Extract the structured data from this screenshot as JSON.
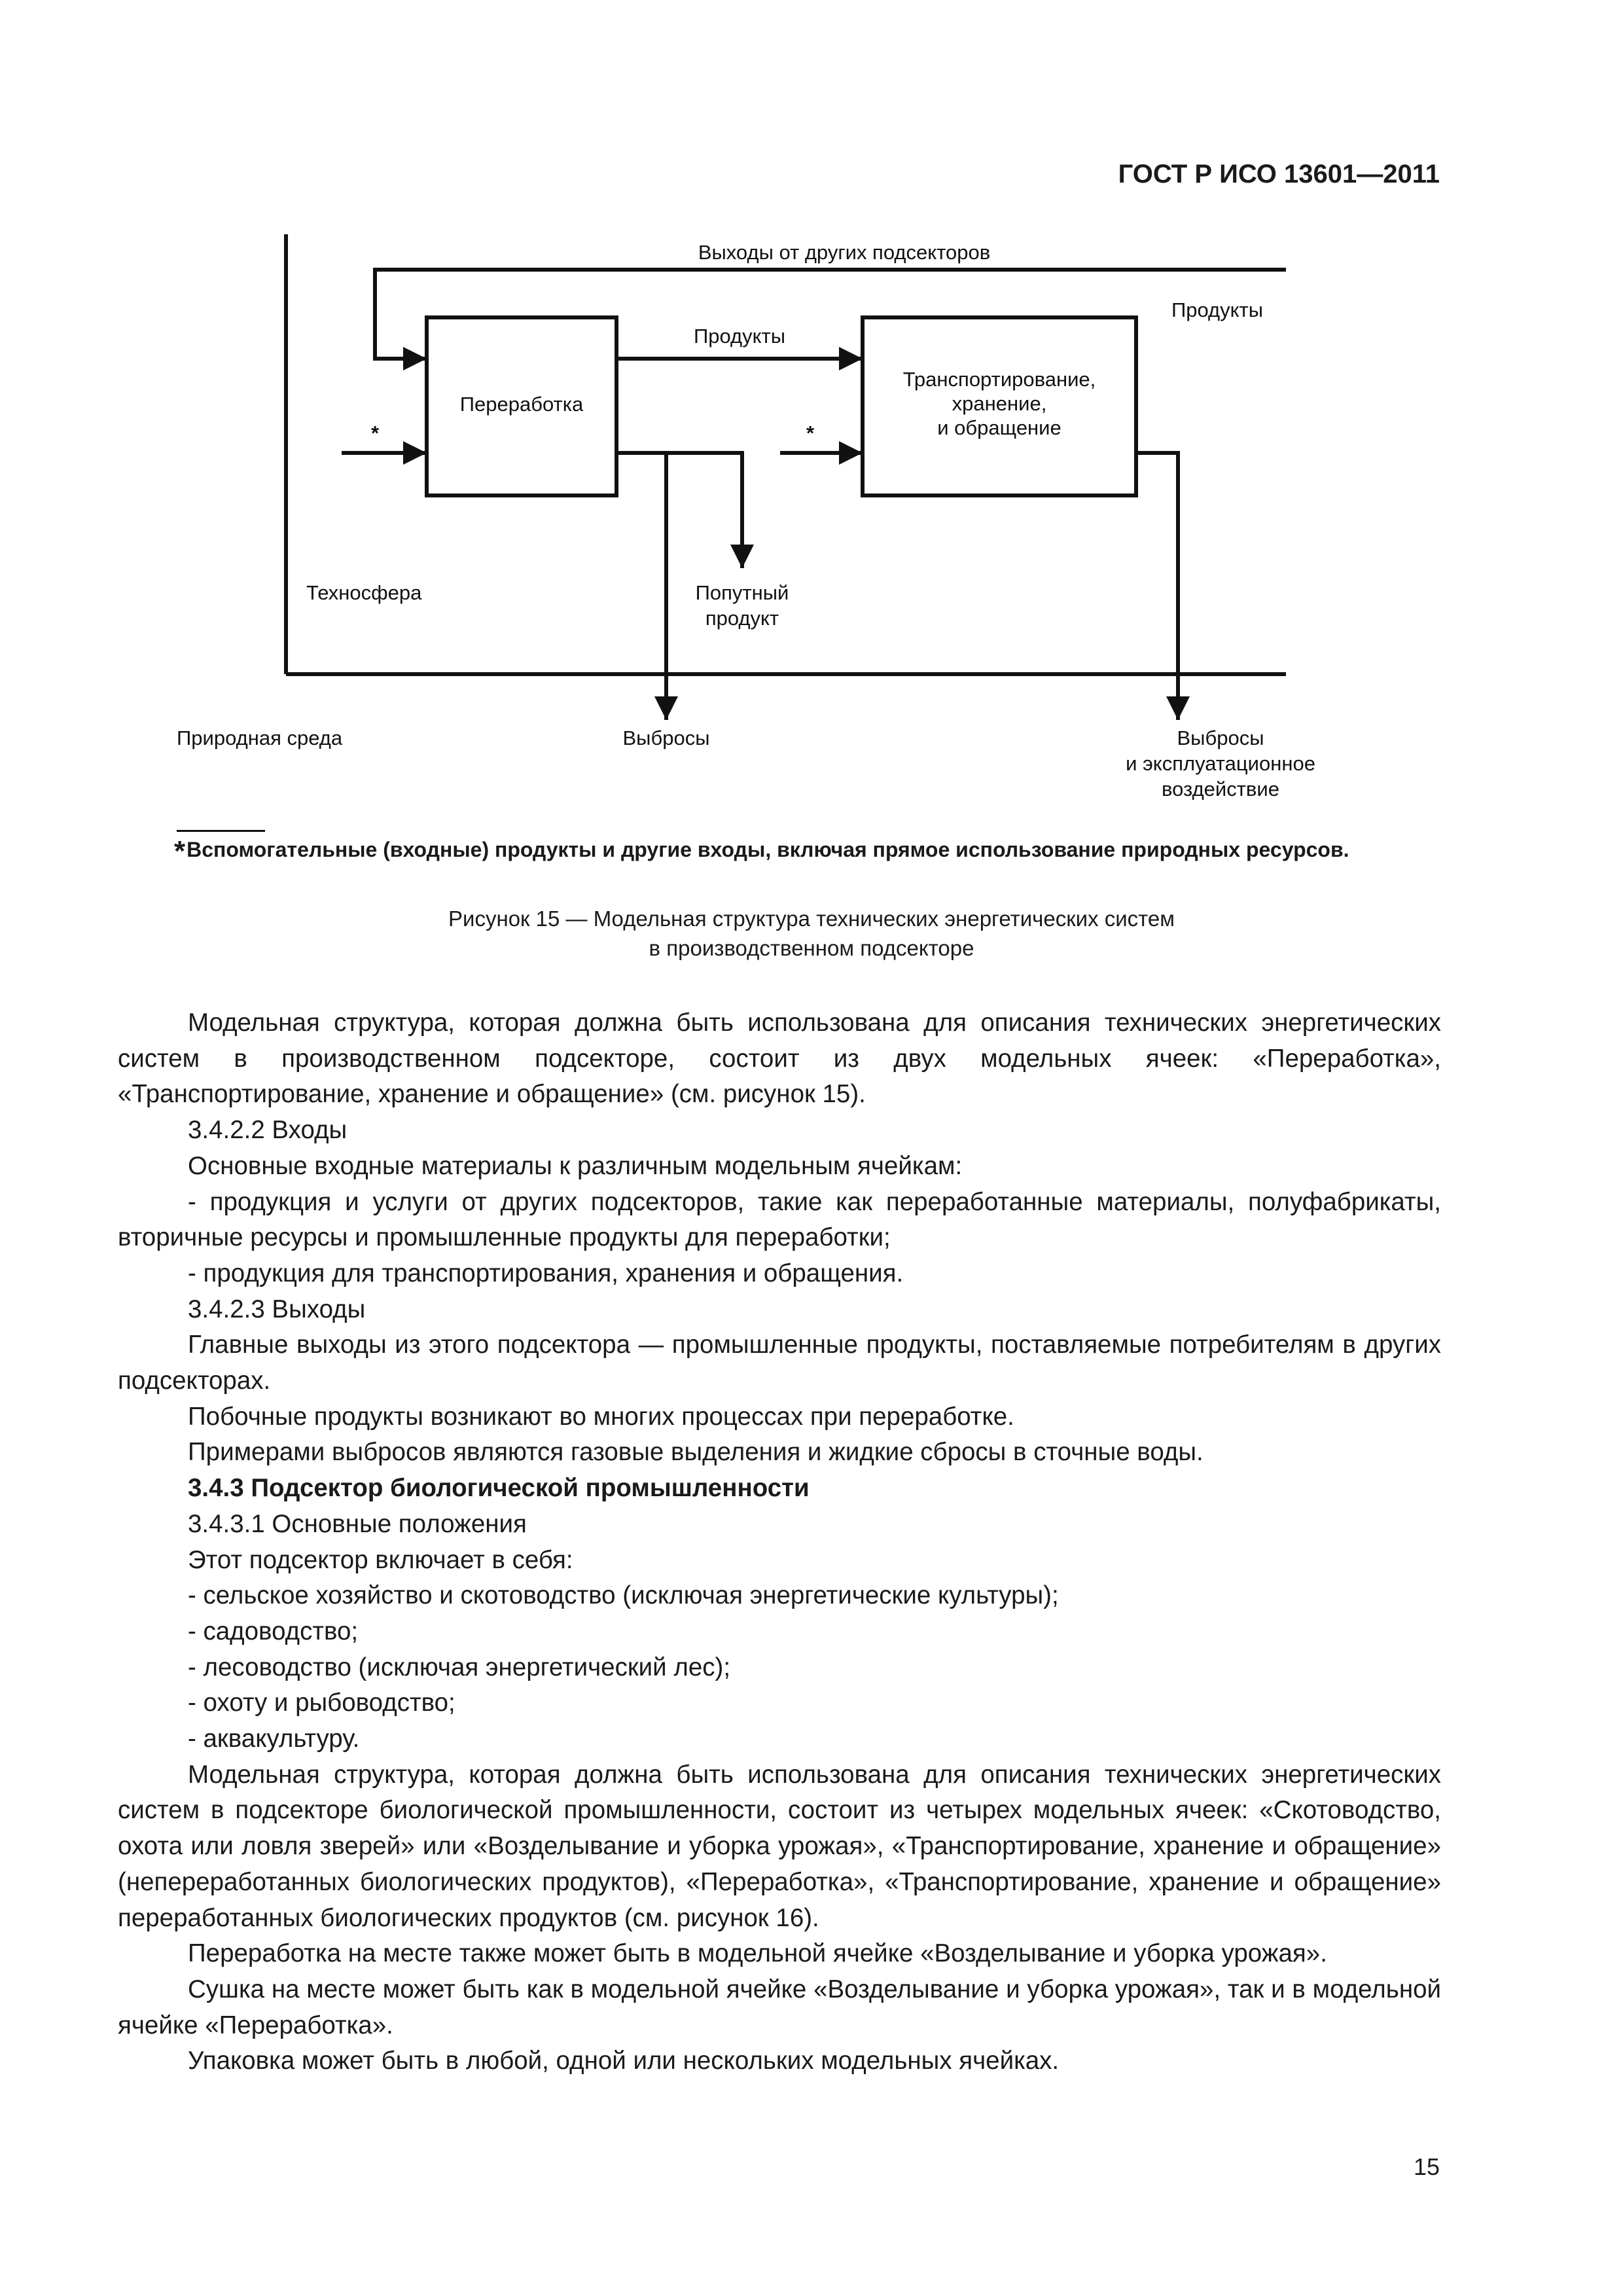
{
  "header": {
    "standard_code": "ГОСТ Р ИСО 13601—2011"
  },
  "figure": {
    "top_label": "Выходы от других подсекторов",
    "right_products_label": "Продукты",
    "box_processing": "Переработка",
    "mid_products_label": "Продукты",
    "box_transport_lines": [
      "Транспортирование,",
      "хранение,",
      "и обращение"
    ],
    "asterisk_left": "*",
    "asterisk_right": "*",
    "technosphere_label": "Техносфера",
    "byproduct_lines": [
      "Попутный",
      "продукт"
    ],
    "natural_env_label": "Природная среда",
    "emissions_label": "Выбросы",
    "emissions_right_lines": [
      "Выбросы",
      "и эксплуатационное",
      "воздействие"
    ]
  },
  "footnote": {
    "mark": "*",
    "text": "Вспомогательные (входные) продукты и другие входы, включая прямое использование природных ресурсов."
  },
  "caption": {
    "line1": "Рисунок 15 — Модельная структура технических энергетических систем",
    "line2": "в производственном подсекторе"
  },
  "body": {
    "p1": "Модельная структура, которая должна быть использована для описания технических энергетических систем в производственном подсекторе, состоит из двух модельных ячеек: «Переработка», «Транспортирование, хранение и обращение» (см. рисунок 15).",
    "h_3422": "3.4.2.2  Входы",
    "p2": "Основные входные материалы к различным модельным ячейкам:",
    "li1": "- продукция и услуги от других подсекторов, такие как переработанные материалы, полуфабрикаты, вторичные ресурсы и промышленные продукты для переработки;",
    "li2": "- продукция для транспортирования, хранения и обращения.",
    "h_3423": "3.4.2.3  Выходы",
    "p3": "Главные выходы из этого подсектора — промышленные продукты, поставляемые потребителям в других подсекторах.",
    "p4": "Побочные продукты возникают во многих процессах при переработке.",
    "p5": "Примерами выбросов являются газовые выделения и жидкие сбросы в сточные воды.",
    "h_343": "3.4.3  Подсектор биологической промышленности",
    "h_3431": "3.4.3.1  Основные положения",
    "p6": "Этот подсектор включает в себя:",
    "li3": "- сельское хозяйство и скотоводство (исключая энергетические культуры);",
    "li4": "- садоводство;",
    "li5": "- лесоводство (исключая энергетический лес);",
    "li6": "- охоту и рыбоводство;",
    "li7": "- аквакультуру.",
    "p7": "Модельная структура, которая должна быть использована для описания технических энергетических систем в подсекторе биологической промышленности, состоит из четырех модельных ячеек: «Скотоводство, охота или ловля зверей» или «Возделывание и уборка урожая», «Транспортирование, хранение и обращение» (непереработанных биологических продуктов), «Переработка», «Транспортирование, хранение и обращение» переработанных биологических продуктов (см. рисунок 16).",
    "p8": "Переработка на месте также может быть в модельной ячейке «Возделывание и уборка урожая».",
    "p9": "Сушка на месте может быть как в модельной ячейке «Возделывание и уборка урожая», так и в модельной ячейке «Переработка».",
    "p10": "Упаковка может быть в любой, одной или нескольких модельных ячейках."
  },
  "page_number": "15"
}
